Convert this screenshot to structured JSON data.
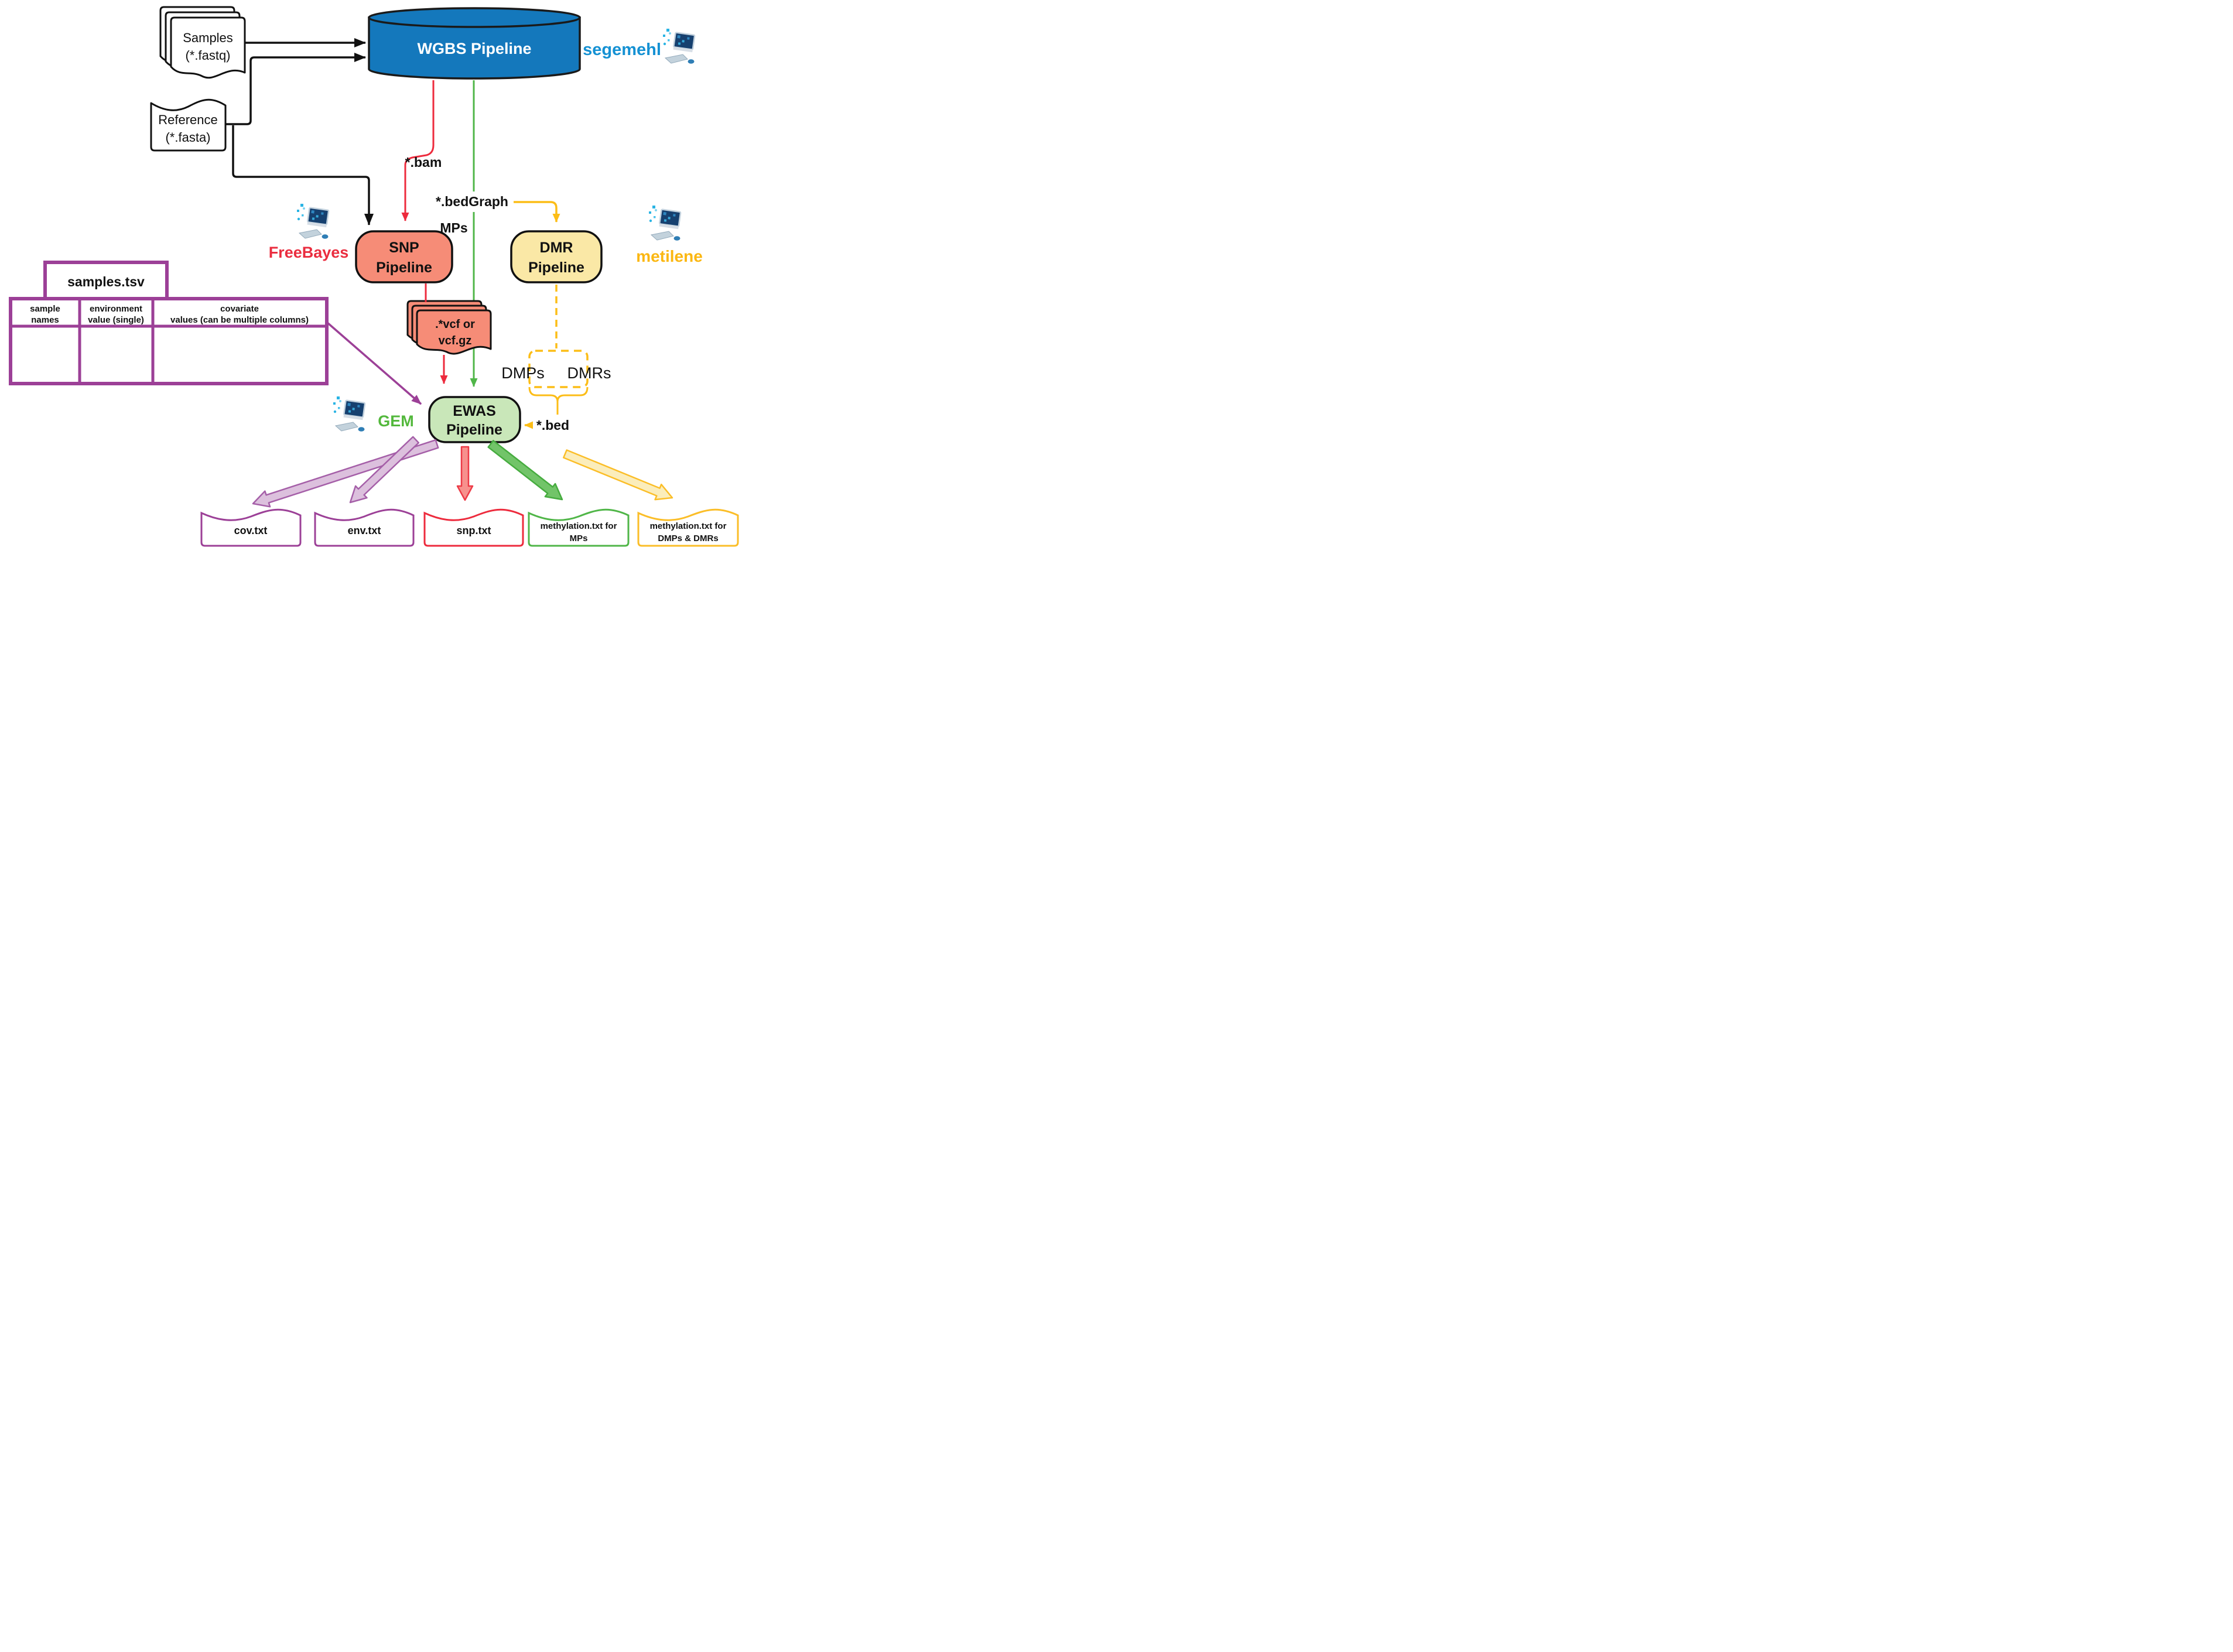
{
  "diagram": {
    "inputs": {
      "samples": {
        "line1": "Samples",
        "line2": "(*.fastq)"
      },
      "reference": {
        "line1": "Reference",
        "line2": "(*.fasta)"
      }
    },
    "wgbs": {
      "label": "WGBS Pipeline",
      "fill": "#1478BC"
    },
    "tools": {
      "segemehl": {
        "label": "segemehl",
        "color": "#1591D3"
      },
      "freebayes": {
        "label": "FreeBayes",
        "color": "#EA2D3F"
      },
      "metilene": {
        "label": "metilene",
        "color": "#FBB712"
      },
      "gem": {
        "label": "GEM",
        "color": "#53B83C"
      }
    },
    "pipelines": {
      "snp": {
        "line1": "SNP",
        "line2": "Pipeline",
        "fill": "#F68C77"
      },
      "dmr": {
        "line1": "DMR",
        "line2": "Pipeline",
        "fill": "#FAE8A6"
      },
      "ewas": {
        "line1": "EWAS",
        "line2": "Pipeline",
        "fill": "#C9E7B9"
      }
    },
    "labels": {
      "bam": "*.bam",
      "bedgraph": "*.bedGraph",
      "mps": "MPs",
      "dmps": "DMPs",
      "dmrs": "DMRs",
      "bed": "*.bed"
    },
    "vcf": {
      "line1": ".*vcf or",
      "line2": "vcf.gz"
    },
    "samples_table": {
      "title": "samples.tsv",
      "columns": [
        {
          "line1": "sample",
          "line2": "names"
        },
        {
          "line1": "environment",
          "line2": "value (single)"
        },
        {
          "line1": "covariate",
          "line2": "values (can be multiple columns)"
        }
      ]
    },
    "outputs": {
      "cov": {
        "line1": "cov.txt"
      },
      "env": {
        "line1": "env.txt"
      },
      "snp": {
        "line1": "snp.txt"
      },
      "meth_mps": {
        "line1": "methylation.txt for",
        "line2": "MPs"
      },
      "meth_dmrs": {
        "line1": "methylation.txt for",
        "line2": "DMPs & DMRs"
      }
    },
    "colors": {
      "black": "#111111",
      "red": "#ED2B3D",
      "green": "#50B648",
      "yellow": "#FCBD17",
      "purple": "#9C4097",
      "blue": "#1478BC"
    }
  }
}
